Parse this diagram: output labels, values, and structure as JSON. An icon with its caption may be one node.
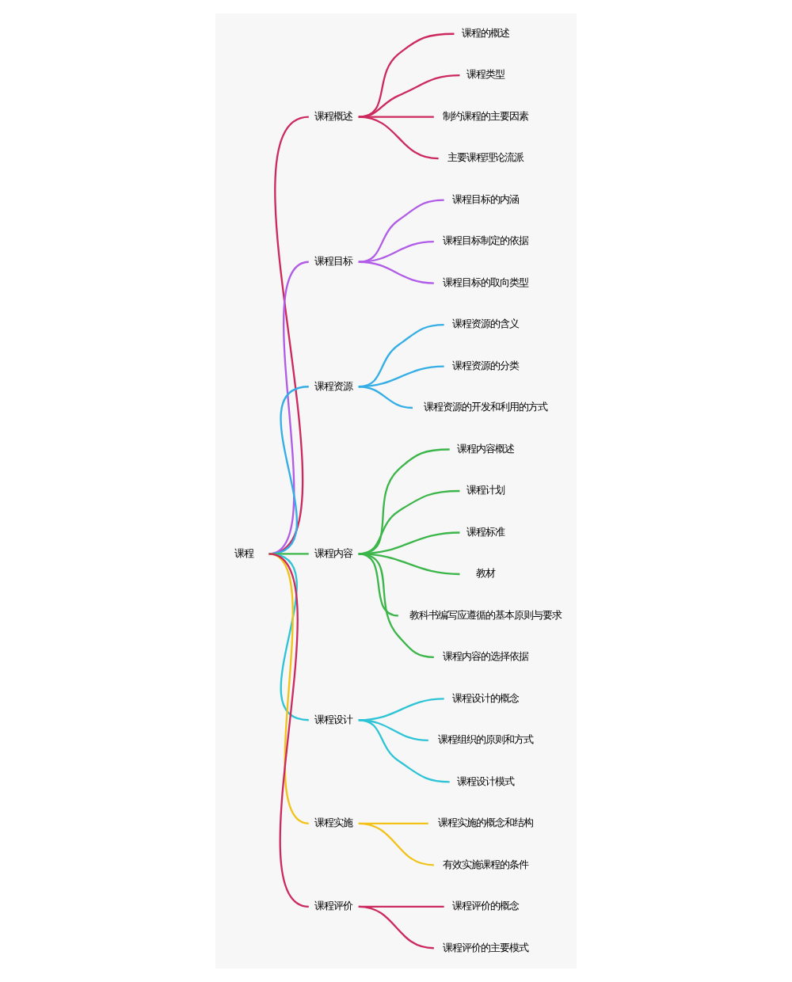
{
  "diagram": {
    "nodes": [
      {
        "text": [
          "课程"
        ]
      },
      {
        "text": [
          "课程概述"
        ]
      },
      {
        "text": [
          "课程的概述"
        ]
      },
      {
        "text": [
          "课程类型"
        ]
      },
      {
        "text": [
          "制约课程的主要因素"
        ]
      },
      {
        "text": [
          "主要课程理论流派"
        ]
      },
      {
        "text": [
          "课程目标"
        ]
      },
      {
        "text": [
          "课程目标的内涵"
        ]
      },
      {
        "text": [
          "课程目标制定的依据"
        ]
      },
      {
        "text": [
          "课程目标的取向类型"
        ]
      },
      {
        "text": [
          "课程资源"
        ]
      },
      {
        "text": [
          "课程资源的含义"
        ]
      },
      {
        "text": [
          "课程资源的分类"
        ]
      },
      {
        "text": [
          "课程资源的开发和利用的方式"
        ]
      },
      {
        "text": [
          "课程内容"
        ]
      },
      {
        "text": [
          "课程内容概述"
        ]
      },
      {
        "text": [
          "课程计划"
        ]
      },
      {
        "text": [
          "课程标准"
        ]
      },
      {
        "text": [
          "教材"
        ]
      },
      {
        "text": [
          "教科书编写应遵循的基本原则与要求"
        ]
      },
      {
        "text": [
          "课程内容的选择依据"
        ]
      },
      {
        "text": [
          "课程设计"
        ]
      },
      {
        "text": [
          "课程设计的概念"
        ]
      },
      {
        "text": [
          "课程组织的原则和方式"
        ]
      },
      {
        "text": [
          "课程设计模式"
        ]
      },
      {
        "text": [
          "课程实施"
        ]
      },
      {
        "text": [
          "课程实施的概念和结构"
        ]
      },
      {
        "text": [
          "有效实施课程的条件"
        ]
      },
      {
        "text": [
          "课程评价"
        ]
      },
      {
        "text": [
          "课程评价的概念"
        ]
      },
      {
        "text": [
          "课程评价的主要模式"
        ]
      }
    ],
    "edges": [
      {
        "from": 0,
        "to": 1,
        "arrow": "none",
        "color": "#cc2a5e"
      },
      {
        "from": 1,
        "to": 2,
        "arrow": "none",
        "color": "#cc2a5e"
      },
      {
        "from": 1,
        "to": 3,
        "arrow": "none",
        "color": "#cc2a5e"
      },
      {
        "from": 1,
        "to": 4,
        "arrow": "none",
        "color": "#cc2a5e"
      },
      {
        "from": 1,
        "to": 5,
        "arrow": "none",
        "color": "#cc2a5e"
      },
      {
        "from": 0,
        "to": 6,
        "arrow": "none",
        "color": "#b05ce6"
      },
      {
        "from": 6,
        "to": 7,
        "arrow": "none",
        "color": "#b05ce6"
      },
      {
        "from": 6,
        "to": 8,
        "arrow": "none",
        "color": "#b05ce6"
      },
      {
        "from": 6,
        "to": 9,
        "arrow": "none",
        "color": "#b05ce6"
      },
      {
        "from": 0,
        "to": 10,
        "arrow": "none",
        "color": "#35aee6"
      },
      {
        "from": 10,
        "to": 11,
        "arrow": "none",
        "color": "#35aee6"
      },
      {
        "from": 10,
        "to": 12,
        "arrow": "none",
        "color": "#35aee6"
      },
      {
        "from": 10,
        "to": 13,
        "arrow": "none",
        "color": "#35aee6"
      },
      {
        "from": 0,
        "to": 14,
        "arrow": "none",
        "color": "#3cb64a"
      },
      {
        "from": 14,
        "to": 15,
        "arrow": "none",
        "color": "#3cb64a"
      },
      {
        "from": 14,
        "to": 16,
        "arrow": "none",
        "color": "#3cb64a"
      },
      {
        "from": 14,
        "to": 17,
        "arrow": "none",
        "color": "#3cb64a"
      },
      {
        "from": 14,
        "to": 18,
        "arrow": "none",
        "color": "#3cb64a"
      },
      {
        "from": 14,
        "to": 19,
        "arrow": "none",
        "color": "#3cb64a"
      },
      {
        "from": 14,
        "to": 20,
        "arrow": "none",
        "color": "#3cb64a"
      },
      {
        "from": 0,
        "to": 21,
        "arrow": "none",
        "color": "#2ec4d6"
      },
      {
        "from": 21,
        "to": 22,
        "arrow": "none",
        "color": "#2ec4d6"
      },
      {
        "from": 21,
        "to": 23,
        "arrow": "none",
        "color": "#2ec4d6"
      },
      {
        "from": 21,
        "to": 24,
        "arrow": "none",
        "color": "#2ec4d6"
      },
      {
        "from": 0,
        "to": 25,
        "arrow": "none",
        "color": "#f2c218"
      },
      {
        "from": 25,
        "to": 26,
        "arrow": "none",
        "color": "#f2c218"
      },
      {
        "from": 25,
        "to": 27,
        "arrow": "none",
        "color": "#f2c218"
      },
      {
        "from": 0,
        "to": 28,
        "arrow": "none",
        "color": "#cc2a5e"
      },
      {
        "from": 28,
        "to": 29,
        "arrow": "none",
        "color": "#cc2a5e"
      },
      {
        "from": 28,
        "to": 30,
        "arrow": "none",
        "color": "#cc2a5e"
      }
    ]
  }
}
